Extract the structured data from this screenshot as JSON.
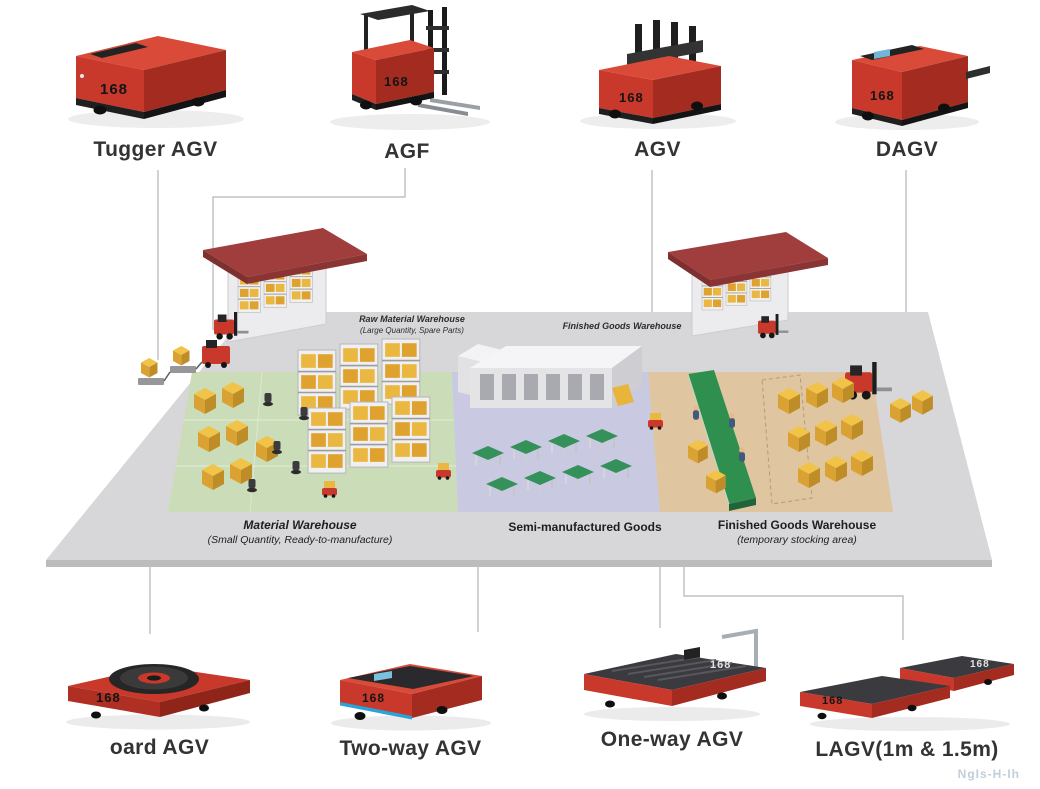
{
  "top_vehicles": [
    {
      "id": "tugger-agv",
      "label": "Tugger AGV",
      "logo": "168"
    },
    {
      "id": "agf",
      "label": "AGF",
      "logo": "168"
    },
    {
      "id": "agv",
      "label": "AGV",
      "logo": "168"
    },
    {
      "id": "dagv",
      "label": "DAGV",
      "logo": "168"
    }
  ],
  "bottom_vehicles": [
    {
      "id": "lowboard-agv",
      "label": "oard AGV",
      "logo": "168"
    },
    {
      "id": "two-way-agv",
      "label": "Two-way AGV",
      "logo": "168"
    },
    {
      "id": "one-way-agv",
      "label": "One-way AGV",
      "logo": "168"
    },
    {
      "id": "lagv",
      "label": "LAGV(1m & 1.5m)",
      "logo": "168"
    }
  ],
  "diagram_labels": {
    "raw_material_line1": "Raw Material Warehouse",
    "raw_material_line2": "(Large Quantity, Spare Parts)",
    "finished_goods_building": "Finished Goods Warehouse",
    "material_line1": "Material Warehouse",
    "material_line2": "(Small Quantity, Ready-to-manufacture)",
    "semi_manufactured": "Semi-manufactured Goods",
    "finished_temp_line1": "Finished Goods Warehouse",
    "finished_temp_line2": "(temporary stocking area)"
  },
  "colors": {
    "vehicle_red": "#c8382b",
    "vehicle_dark_red": "#a32b1f",
    "roof_red": "#a03d3d",
    "floor_gray": "#d7d7d9",
    "zone_green": "#cadcb8",
    "zone_lavender": "#c9c9e1",
    "zone_tan": "#e0c5a1",
    "pallet_yellow": "#f1c349",
    "conveyor_green": "#2f8f4e",
    "label_dark": "#333333",
    "connector_gray": "#b5b5b5"
  },
  "watermark": "NgIs-H-Ih"
}
